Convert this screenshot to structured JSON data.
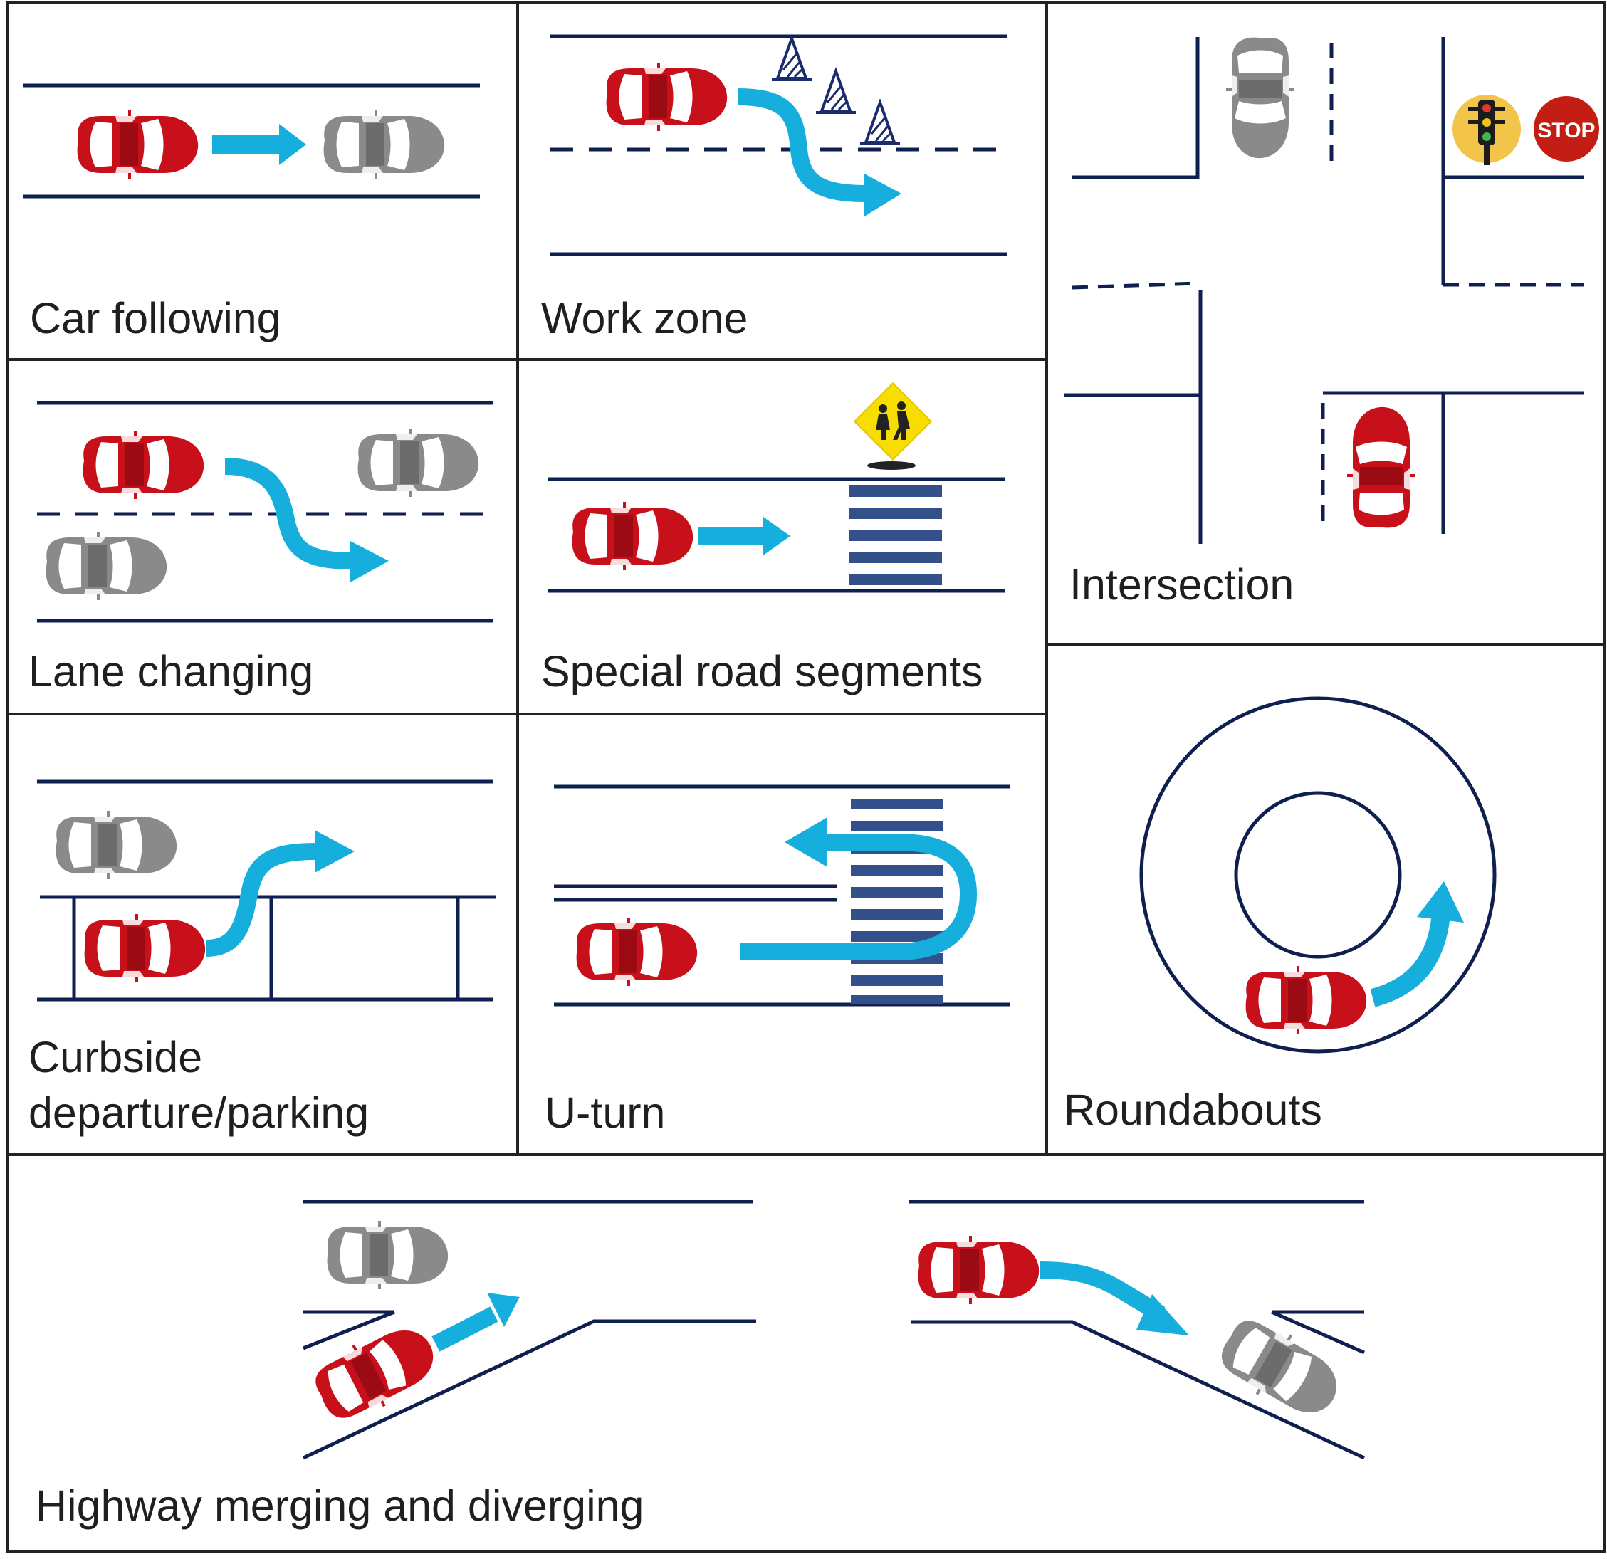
{
  "colors": {
    "road": "#0f1f4f",
    "ego_car": "#c8101b",
    "other_car": "#8a8a8a",
    "arrow": "#16aedc",
    "crosswalk": "#34508a",
    "panel_border": "#222222"
  },
  "panels": {
    "car_following": {
      "label": "Car following"
    },
    "work_zone": {
      "label": "Work zone"
    },
    "intersection": {
      "label": "Intersection",
      "stop_sign": "STOP"
    },
    "lane_changing": {
      "label": "Lane changing"
    },
    "special_road_segments": {
      "label": "Special road segments"
    },
    "curbside": {
      "label_line1": "Curbside",
      "label_line2": "departure/parking"
    },
    "u_turn": {
      "label": "U-turn"
    },
    "roundabouts": {
      "label": "Roundabouts"
    },
    "highway": {
      "label": "Highway merging and diverging"
    }
  },
  "icons": {
    "ego_vehicle": "red-car-icon",
    "other_vehicle": "gray-car-icon",
    "maneuver": "arrow-icon",
    "traffic_cone": "traffic-cone-icon",
    "school_crossing": "school-crossing-sign-icon",
    "signal": "traffic-light-icon",
    "stop": "stop-sign-icon"
  }
}
